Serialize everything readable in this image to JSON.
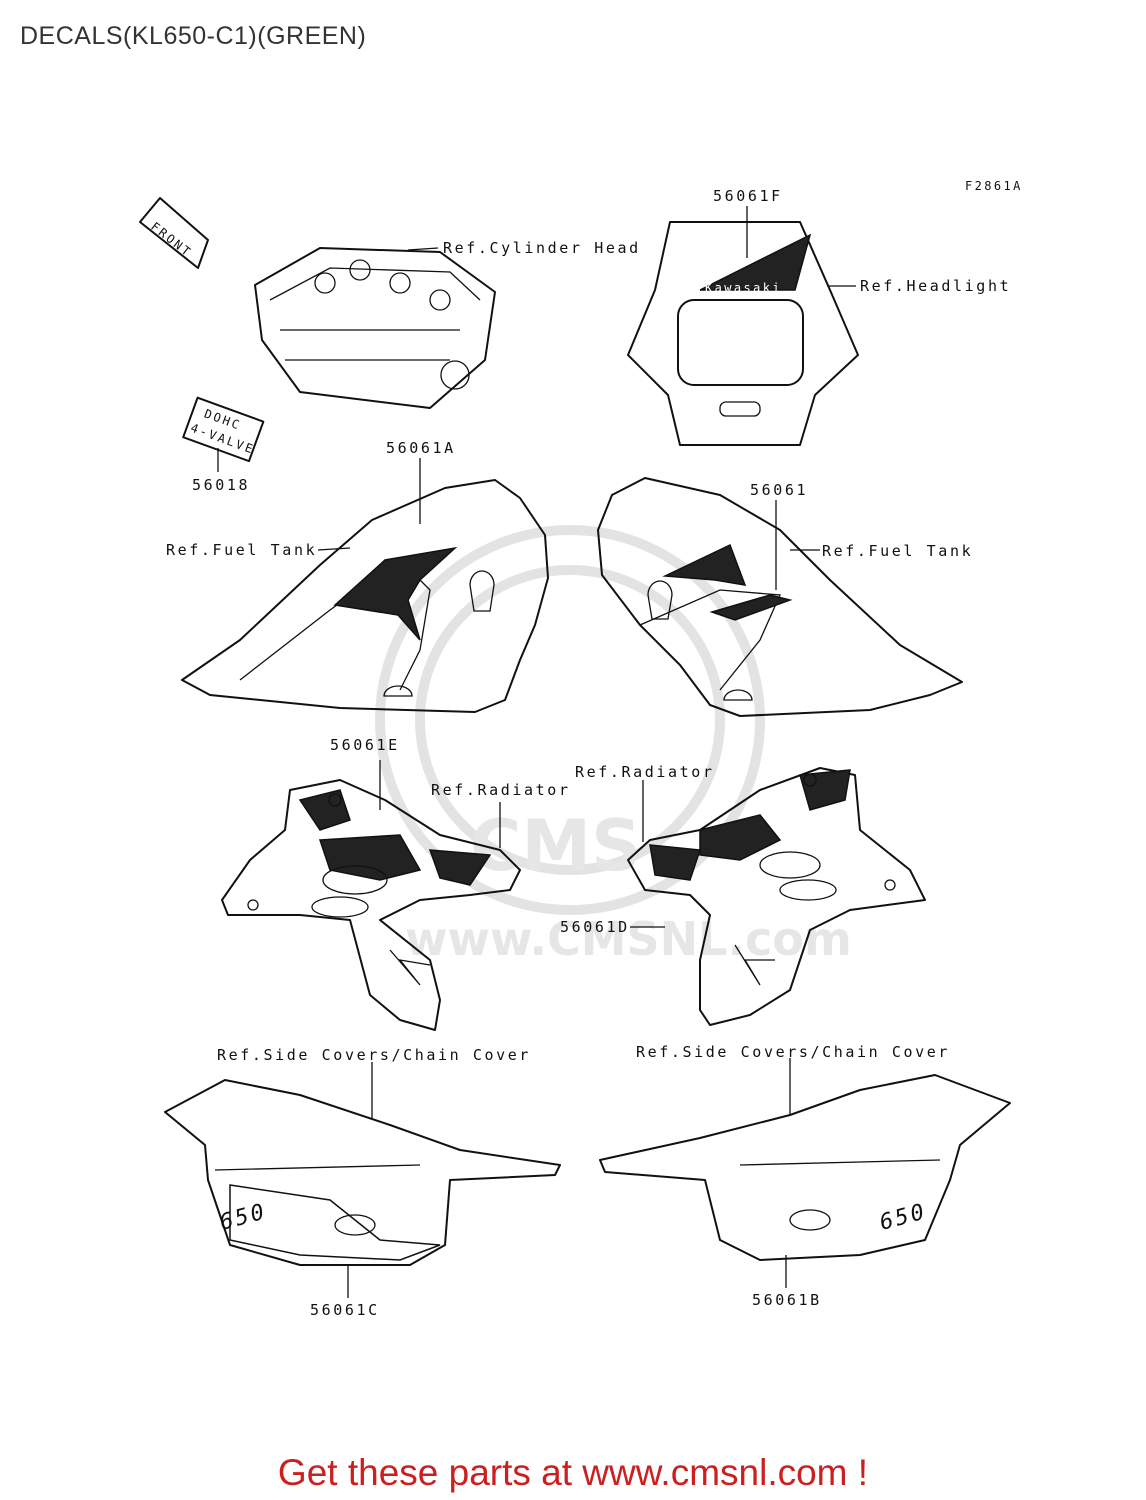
{
  "header": {
    "title": "DECALS(KL650-C1)(GREEN)"
  },
  "figure_code": "F2861A",
  "watermark": {
    "text": "www.CMSNL.com",
    "logo_text": "CMS",
    "color": "#e4e4e4"
  },
  "front_arrow": {
    "label": "FRONT"
  },
  "decals": {
    "dohc_line1": "DOHC",
    "dohc_line2": "4-VALVE",
    "headlight_badge": "Kawasaki",
    "side_number": "650"
  },
  "parts": [
    {
      "number": "56061F"
    },
    {
      "number": "56061A"
    },
    {
      "number": "56061"
    },
    {
      "number": "56018"
    },
    {
      "number": "56061E"
    },
    {
      "number": "56061D"
    },
    {
      "number": "56061C"
    },
    {
      "number": "56061B"
    }
  ],
  "refs": {
    "cylinder_head": "Ref.Cylinder Head",
    "headlight": "Ref.Headlight",
    "fuel_tank_left": "Ref.Fuel Tank",
    "fuel_tank_right": "Ref.Fuel Tank",
    "radiator_left": "Ref.Radiator",
    "radiator_right": "Ref.Radiator",
    "side_covers_left": "Ref.Side Covers/Chain Cover",
    "side_covers_right": "Ref.Side Covers/Chain Cover"
  },
  "footer": {
    "cta": "Get these parts at www.cmsnl.com !",
    "cta_color": "#cc1f1f"
  }
}
